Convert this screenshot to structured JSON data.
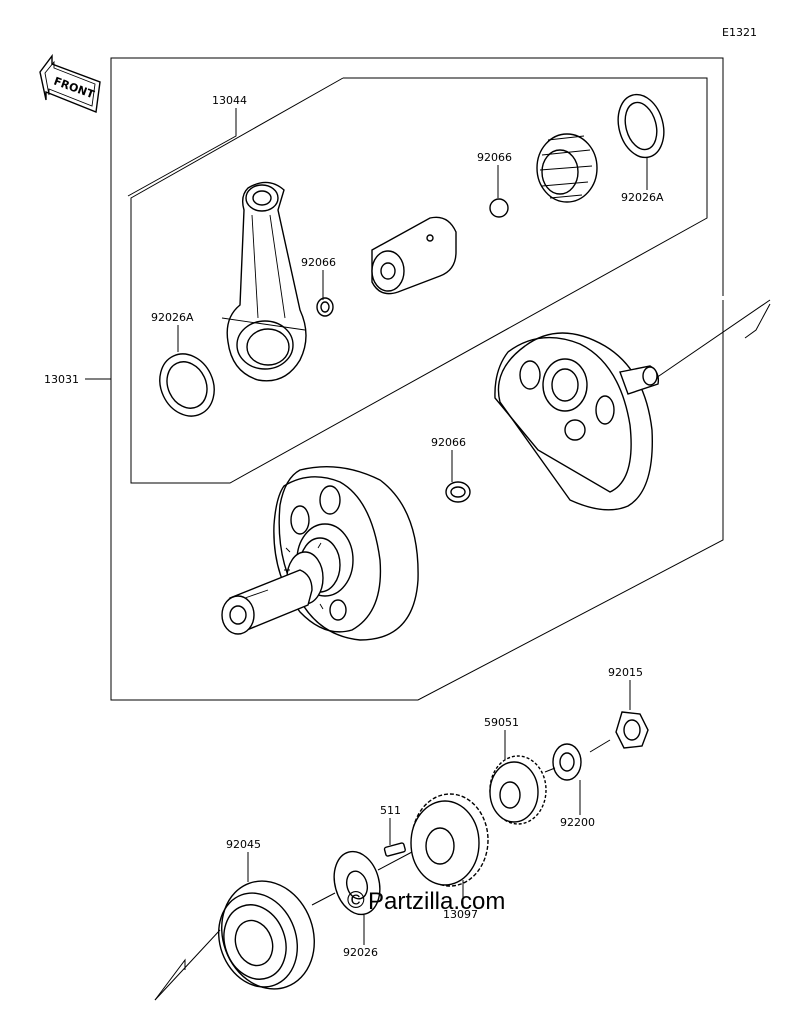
{
  "diagram_code": "E1321",
  "front_label": "FRONT",
  "watermark": "Partzilla.com",
  "watermark_symbol": "©",
  "parts": {
    "p13044": "13044",
    "p92066_top": "92066",
    "p92026A_right": "92026A",
    "p92066_mid": "92066",
    "p92026A_left": "92026A",
    "p13031": "13031",
    "p92066_low": "92066",
    "p92015": "92015",
    "p59051": "59051",
    "p511": "511",
    "p92200": "92200",
    "p92045": "92045",
    "p13097": "13097",
    "p92026": "92026"
  }
}
